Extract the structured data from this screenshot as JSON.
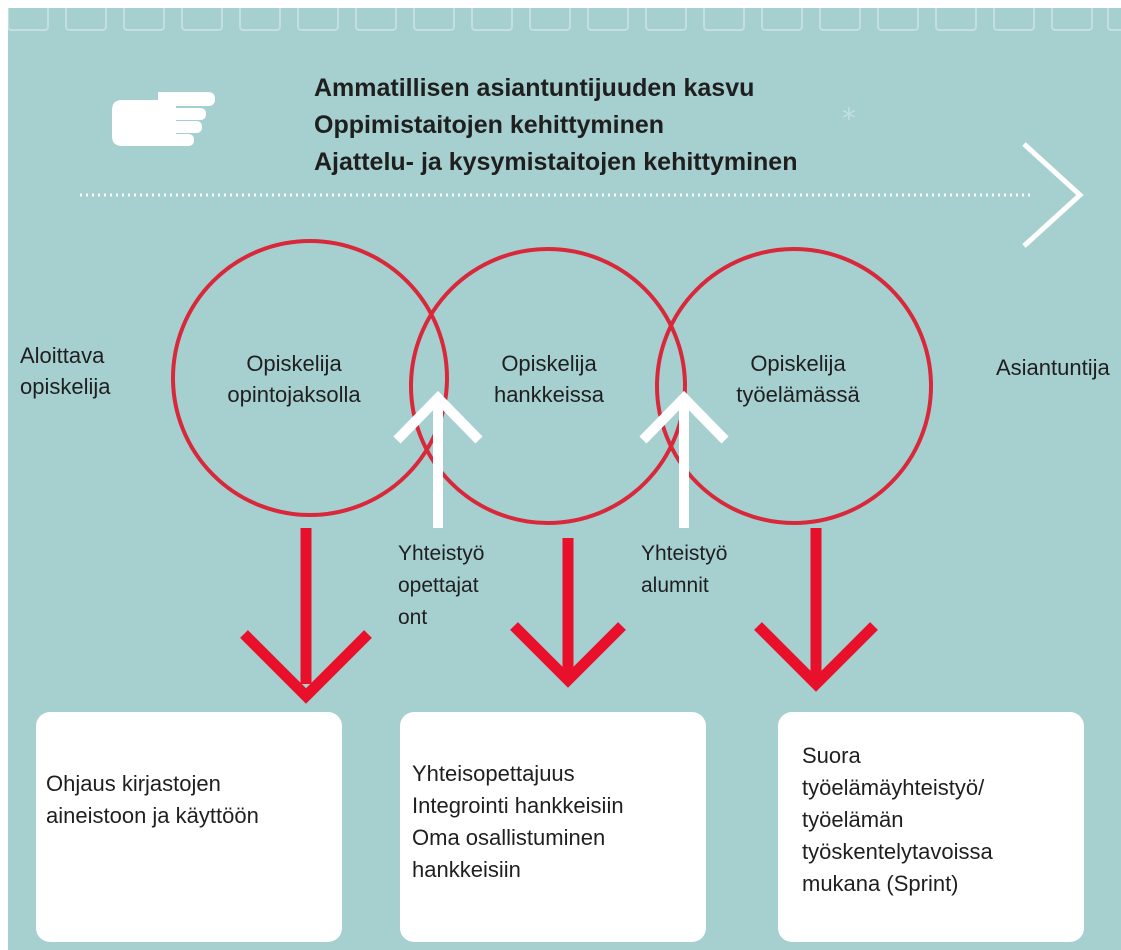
{
  "colors": {
    "background": "#a6cfd0",
    "circle_stroke": "#d8283a",
    "arrow_red": "#e8102a",
    "arrow_white": "#ffffff",
    "text": "#1f1f1f"
  },
  "icons": {
    "pointer": "pointing-hand-icon",
    "progress": "dotted-arrow-right-icon"
  },
  "header": {
    "lines": [
      "Ammatillisen asiantuntijuuden kasvu",
      "Oppimistaitojen kehittyminen",
      "Ajattelu- ja kysymistaitojen kehittyminen"
    ]
  },
  "start_label": [
    "Aloittava",
    "opiskelija"
  ],
  "end_label": [
    "Asiantuntija"
  ],
  "circles": [
    {
      "lines": [
        "Opiskelija",
        "opintojaksolla"
      ]
    },
    {
      "lines": [
        "Opiskelija",
        "hankkeissa"
      ]
    },
    {
      "lines": [
        "Opiskelija",
        "työelämässä"
      ]
    }
  ],
  "cooperation": [
    {
      "lines": [
        "Yhteistyö",
        "opettajat",
        "ont"
      ]
    },
    {
      "lines": [
        "Yhteistyö",
        "alumnit"
      ]
    }
  ],
  "boxes": [
    {
      "lines": [
        "Ohjaus kirjastojen",
        "aineistoon ja käyttöön"
      ]
    },
    {
      "lines": [
        "Yhteisopettajuus",
        "Integrointi hankkeisiin",
        "Oma osallistuminen",
        "hankkeisiin"
      ]
    },
    {
      "lines": [
        "Suora",
        "työelämäyhteistyö/",
        "työelämän",
        "työskentelytavoissa",
        "mukana (Sprint)"
      ]
    }
  ]
}
